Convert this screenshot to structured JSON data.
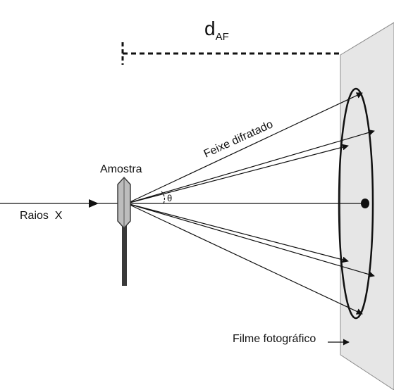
{
  "labels": {
    "distance_main": "d",
    "distance_sub": "AF",
    "diffracted_beam": "Feixe difratado",
    "sample": "Amostra",
    "xrays": "Raios  X",
    "angle": "θ",
    "film": "Filme fotográfico"
  },
  "colors": {
    "film_fill": "#e6e6e6",
    "film_edge": "#8c8c8c",
    "stroke": "#111111",
    "sample_body": "#bdbdbd",
    "sample_rod": "#3a3a3a"
  },
  "icons": {
    "sample_crystal": "hexagonal-crystal-on-rod",
    "arrowheads": "filled-triangle-arrowheads"
  }
}
